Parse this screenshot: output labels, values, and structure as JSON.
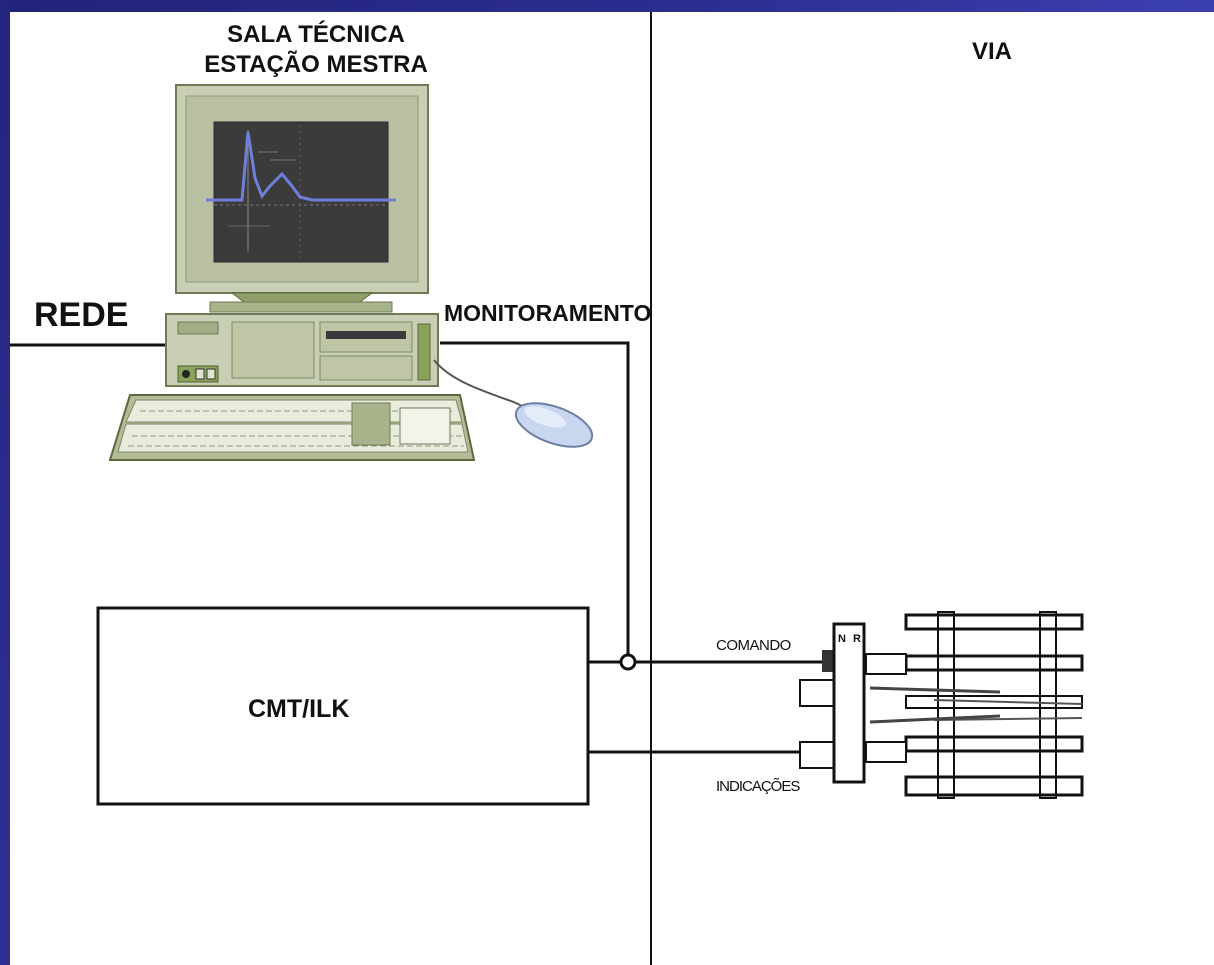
{
  "title": {
    "line1": "SALA TÉCNICA",
    "line2": "ESTAÇÃO MESTRA"
  },
  "labels": {
    "via": "VIA",
    "rede": "REDE",
    "monitoramento": "MONITORAMENTO",
    "cmt": "CMT/ILK",
    "comando": "COMANDO",
    "indicacoes": "INDICAÇÕES",
    "switch_n": "N",
    "switch_r": "R"
  },
  "colors": {
    "frame": "#2b2d8f",
    "line": "#111111",
    "computer_body": "#c9cfb4",
    "computer_trim": "#8aa35a",
    "screen": "#3a3a3a",
    "plot_curve": "#6f7fd8",
    "mouse": "#c8d6ef"
  },
  "icons": [
    "computer-workstation-icon",
    "keyboard-icon",
    "mouse-icon",
    "track-switch-icon"
  ]
}
